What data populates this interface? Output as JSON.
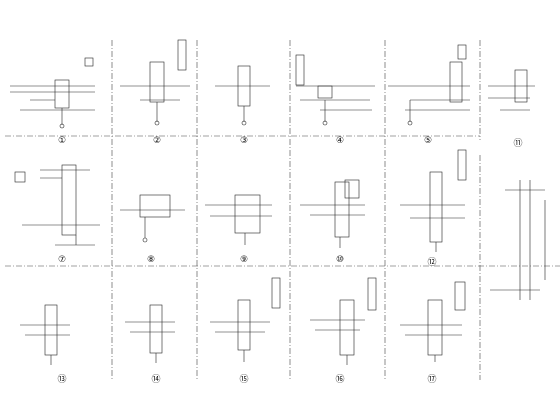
{
  "sheet": {
    "title": "",
    "detail_labels": [
      "①",
      "②",
      "③",
      "④",
      "⑤",
      "⑪",
      "⑦",
      "⑧",
      "⑨",
      "⑩",
      "⑫",
      "⑬",
      "⑭",
      "⑮",
      "⑯",
      "⑰"
    ]
  }
}
